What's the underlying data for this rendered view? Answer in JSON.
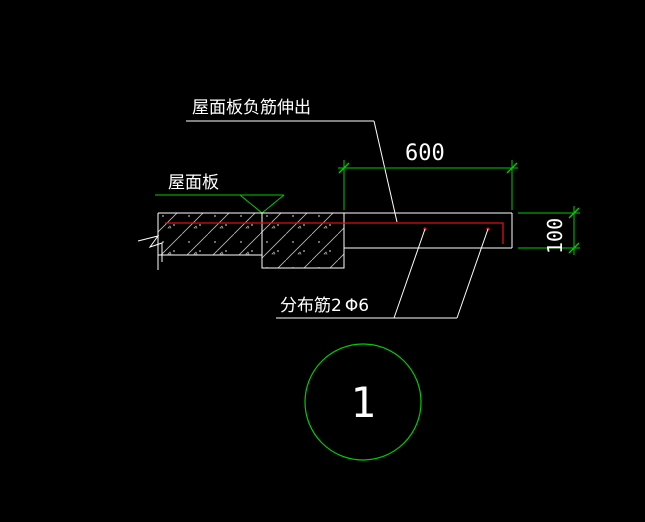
{
  "colors": {
    "background": "#000000",
    "outline": "#ffffff",
    "dimension": "#00cc00",
    "rebar": "#dd1111",
    "hatch": "#cccccc",
    "label": "#ffffff"
  },
  "labels": {
    "roof_slab_rebar_extension": "屋面板负筋伸出",
    "roof_slab": "屋面板",
    "distribution_bar_prefix": "分布筋2",
    "distribution_bar_symbol": "Φ",
    "distribution_bar_size": "6",
    "detail_number": "1"
  },
  "dimensions": {
    "extension_length": "600",
    "slab_thickness": "100"
  },
  "icons": {
    "break_line": "break-line-icon",
    "level_marker": "elevation-triangle-icon"
  }
}
